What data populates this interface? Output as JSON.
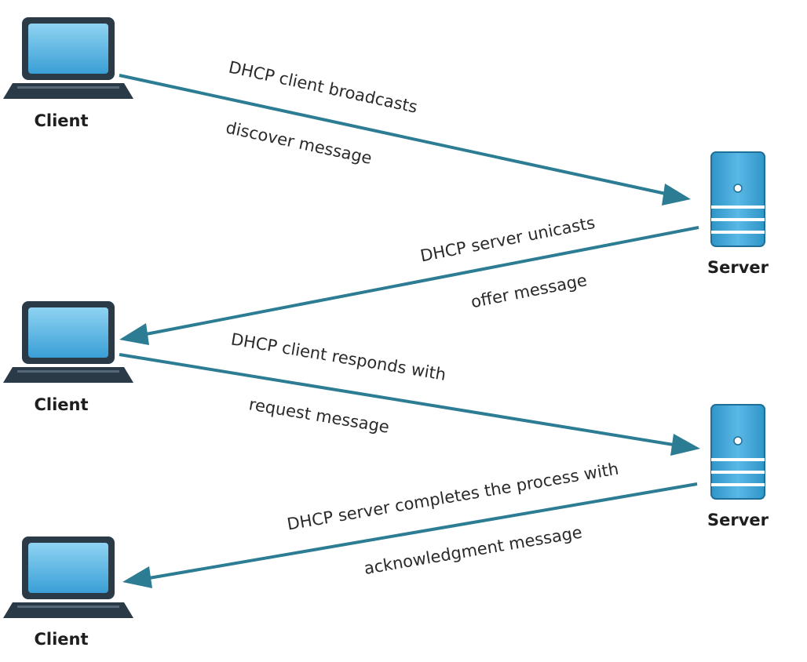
{
  "nodes": {
    "client_1": {
      "label": "Client",
      "icon": "laptop-icon"
    },
    "server_1": {
      "label": "Server",
      "icon": "server-icon"
    },
    "client_2": {
      "label": "Client",
      "icon": "laptop-icon"
    },
    "server_2": {
      "label": "Server",
      "icon": "server-icon"
    },
    "client_3": {
      "label": "Client",
      "icon": "laptop-icon"
    }
  },
  "messages": [
    {
      "line1": "DHCP client broadcasts",
      "line2": "discover message"
    },
    {
      "line1": "DHCP server unicasts",
      "line2": "offer message"
    },
    {
      "line1": "DHCP client responds with",
      "line2": "request message"
    },
    {
      "line1": "DHCP server completes the process with",
      "line2": "acknowledgment message"
    }
  ],
  "colors": {
    "arrow": "#2c7c93",
    "device_blue": "#3da6d8",
    "device_dark": "#2b3a47"
  }
}
